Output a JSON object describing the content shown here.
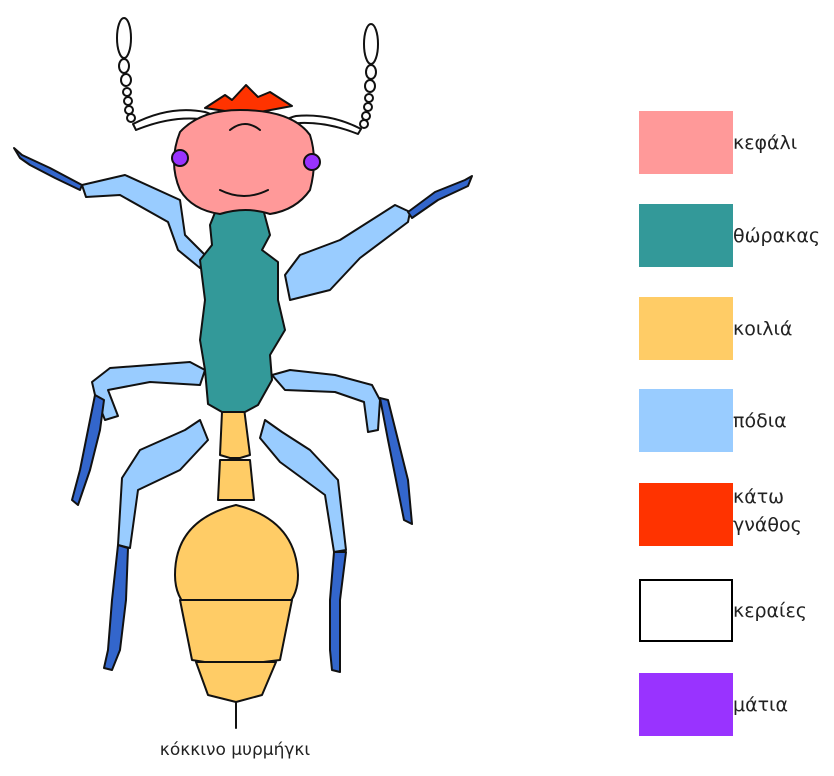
{
  "caption": "κόκκινο μυρμήγκι",
  "legend": [
    {
      "label": "κεφάλι",
      "color": "#ff9999"
    },
    {
      "label": "θώρακας",
      "color": "#339999"
    },
    {
      "label": "κοιλιά",
      "color": "#ffcc66"
    },
    {
      "label": "πόδια",
      "color": "#99ccff"
    },
    {
      "label": "κάτω γνάθος",
      "color": "#ff3300"
    },
    {
      "label": "κεραίες",
      "color": "#ffffff"
    },
    {
      "label": "μάτια",
      "color": "#9933ff"
    }
  ],
  "colors": {
    "leg_dark": "#3366cc",
    "outline": "#111111"
  }
}
